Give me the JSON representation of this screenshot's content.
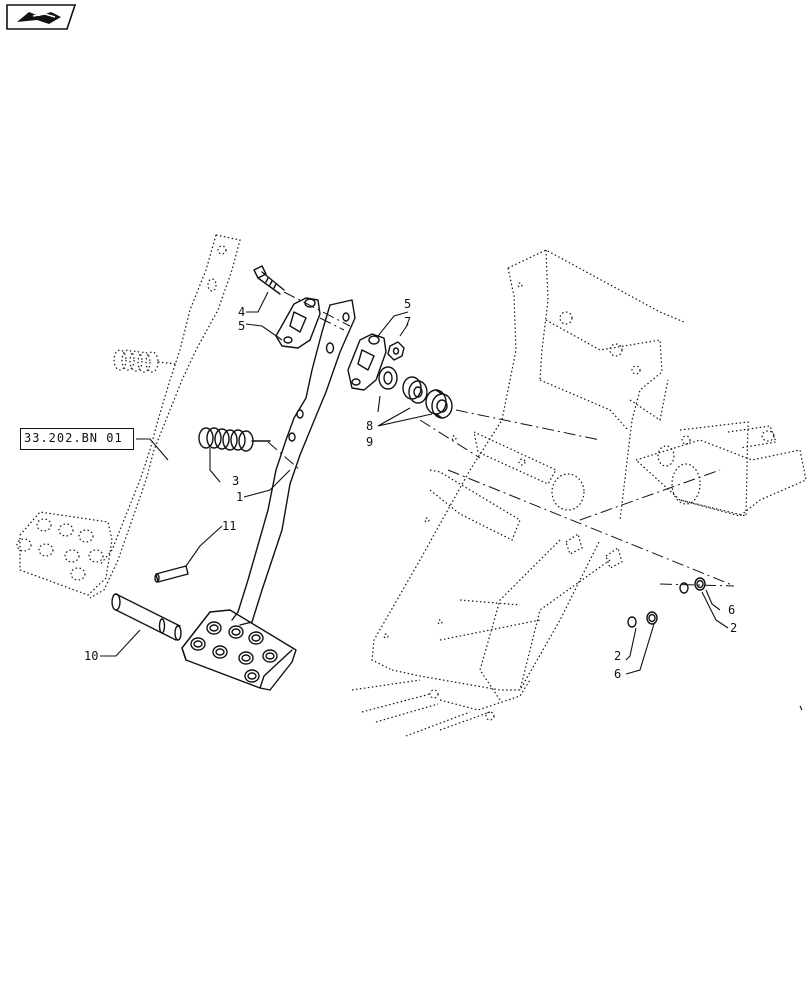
{
  "cross_reference": "33.202.BN 01",
  "callouts": {
    "c1": "1",
    "c2a": "2",
    "c2b": "2",
    "c3": "3",
    "c4": "4",
    "c5a": "5",
    "c5b": "5",
    "c6a": "6",
    "c6b": "6",
    "c7": "7",
    "c8": "8",
    "c9": "9",
    "c10": "10",
    "c11": "11"
  },
  "icons": {
    "nav": "back-arrow-icon"
  }
}
